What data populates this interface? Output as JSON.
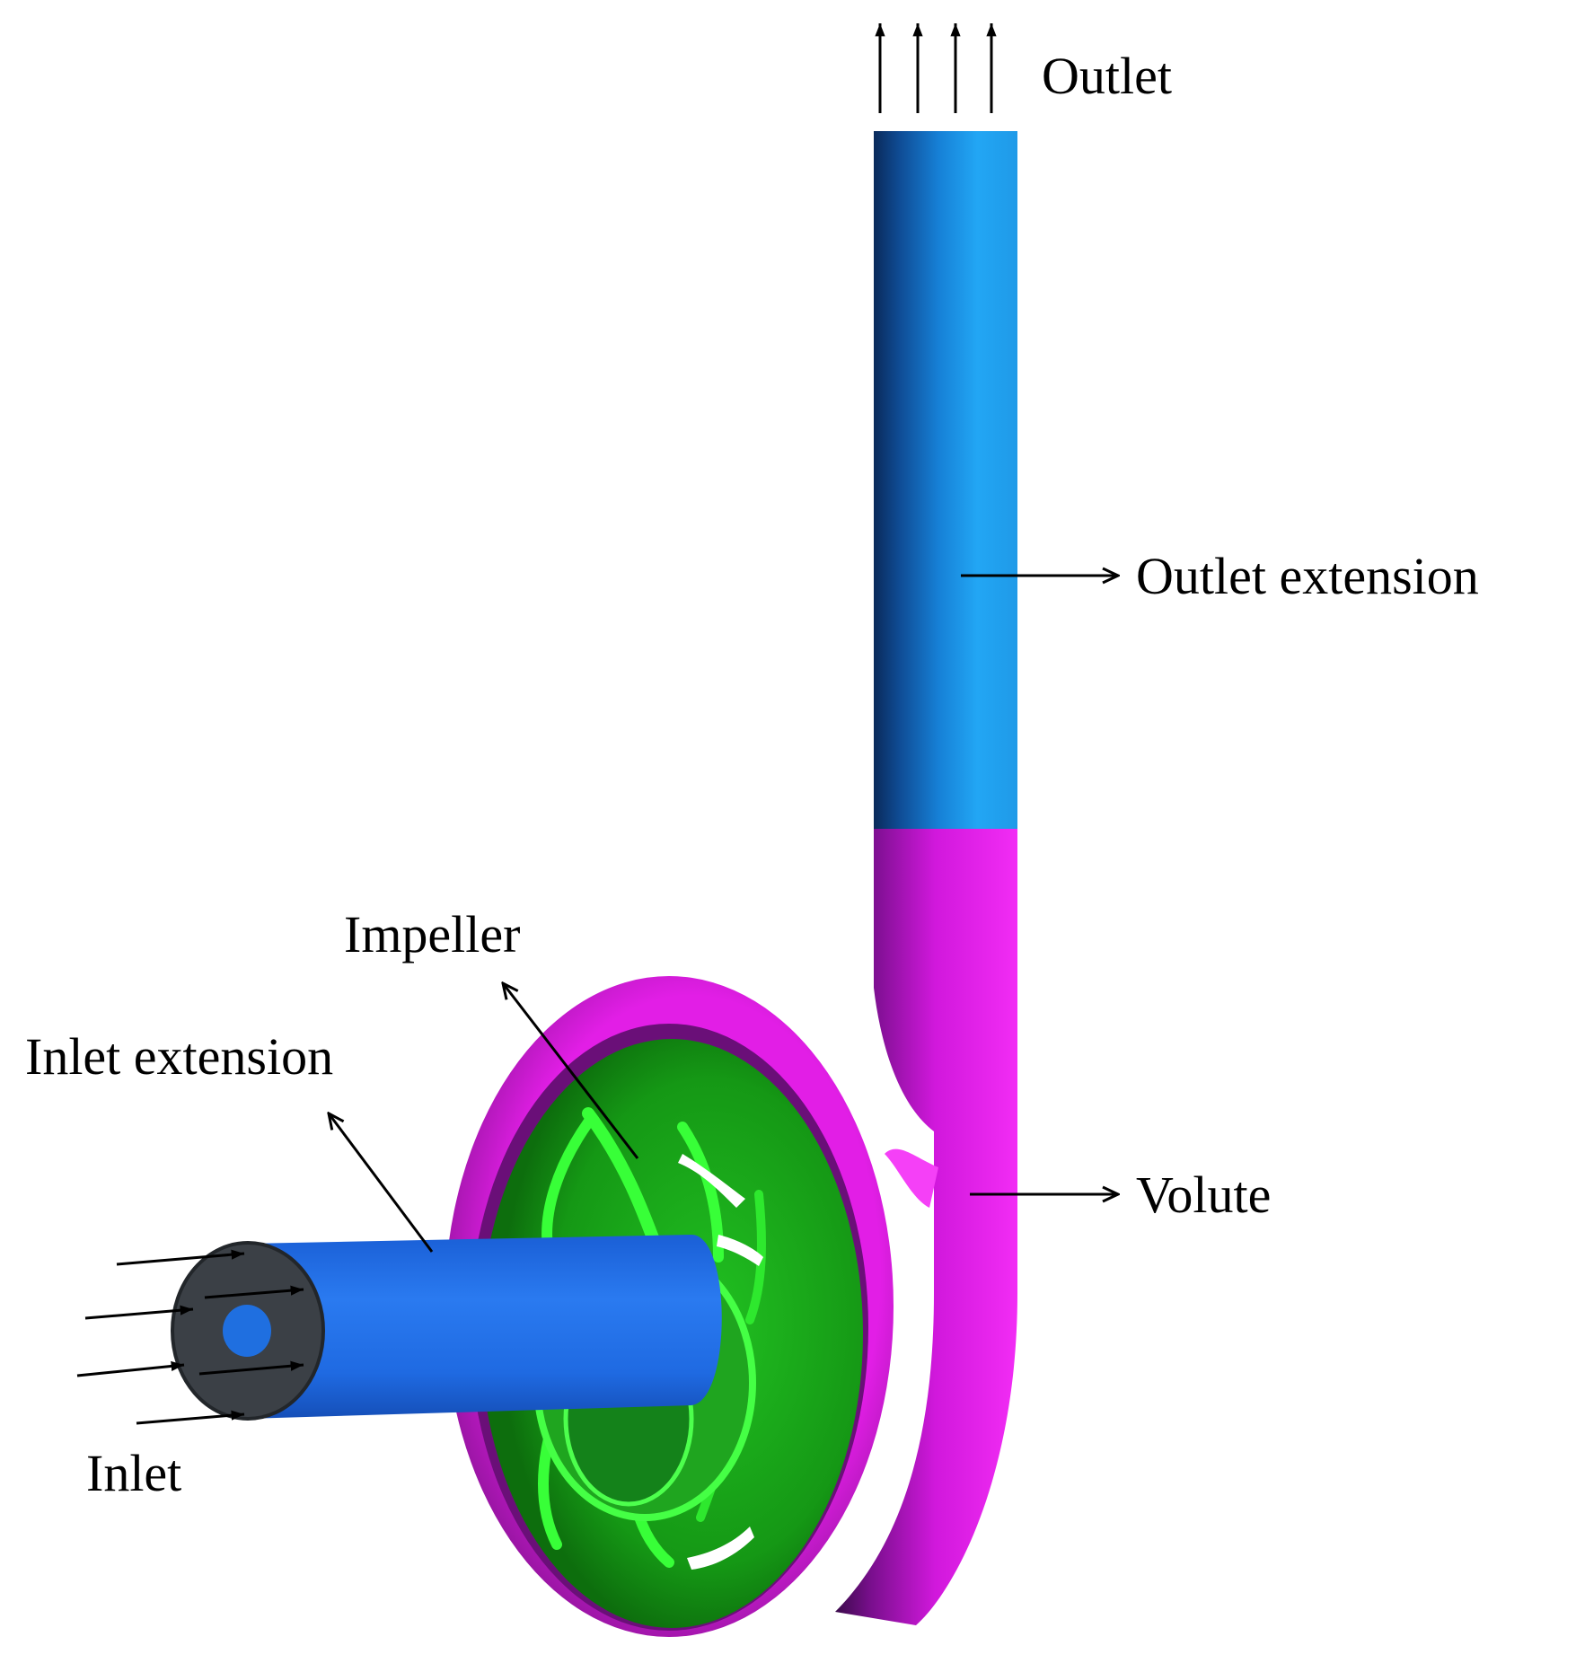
{
  "labels": {
    "outlet": "Outlet",
    "outlet_extension": "Outlet extension",
    "impeller": "Impeller",
    "inlet_extension": "Inlet extension",
    "volute": "Volute",
    "inlet": "Inlet"
  },
  "colors": {
    "outlet_extension": "#1a8fe0",
    "inlet_extension": "#1f6fe0",
    "volute": "#e21ee6",
    "impeller": "#19a319",
    "impeller_blade": "#2df52d",
    "inlet_face": "#3b4046",
    "inlet_hole": "#1f6fe0"
  }
}
